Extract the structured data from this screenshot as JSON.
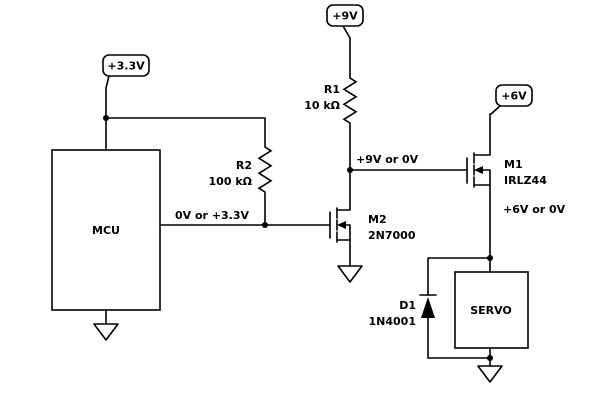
{
  "power_labels": {
    "v3_3": "+3.3V",
    "v9": "+9V",
    "v6": "+6V"
  },
  "blocks": {
    "mcu": "MCU",
    "servo": "SERVO"
  },
  "components": {
    "r1": {
      "ref": "R1",
      "value": "10 kΩ"
    },
    "r2": {
      "ref": "R2",
      "value": "100 kΩ"
    },
    "m1": {
      "ref": "M1",
      "part": "IRLZ44"
    },
    "m2": {
      "ref": "M2",
      "part": "2N7000"
    },
    "d1": {
      "ref": "D1",
      "part": "1N4001"
    }
  },
  "net_labels": {
    "mcu_output": "0V or +3.3V",
    "m2_drain": "+9V or 0V",
    "servo_supply": "+6V or 0V"
  },
  "colors": {
    "stroke": "#000000",
    "background": "#ffffff"
  }
}
